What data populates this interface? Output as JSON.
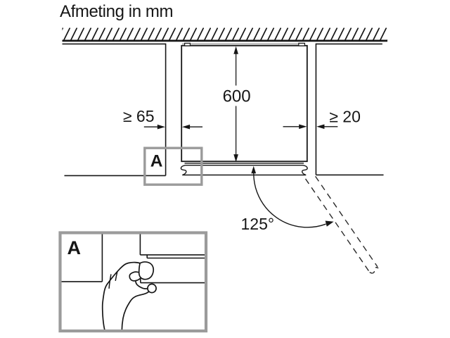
{
  "title": "Afmeting in mm",
  "diagram": {
    "depth_label": "600",
    "left_clearance_label": "≥ 65",
    "right_clearance_label": "≥ 20",
    "door_angle_label": "125°",
    "detail_marker_label": "A",
    "detail_inset_label": "A"
  },
  "dimensions_mm": {
    "appliance_depth": 600,
    "hinge_side_clearance_min": 65,
    "wall_side_clearance_min": 20,
    "door_opening_angle_deg": 125
  },
  "icons": {
    "ceiling_hatch": "hatched-wall-section",
    "open_door": "dashed-open-door-outline",
    "detail_hand": "hand-gripping-door-edge"
  },
  "colors": {
    "background": "#ffffff",
    "line": "#161616",
    "detail_box_gray": "#9b9b9b",
    "hidden_edge_gray": "#8f8f8f"
  }
}
